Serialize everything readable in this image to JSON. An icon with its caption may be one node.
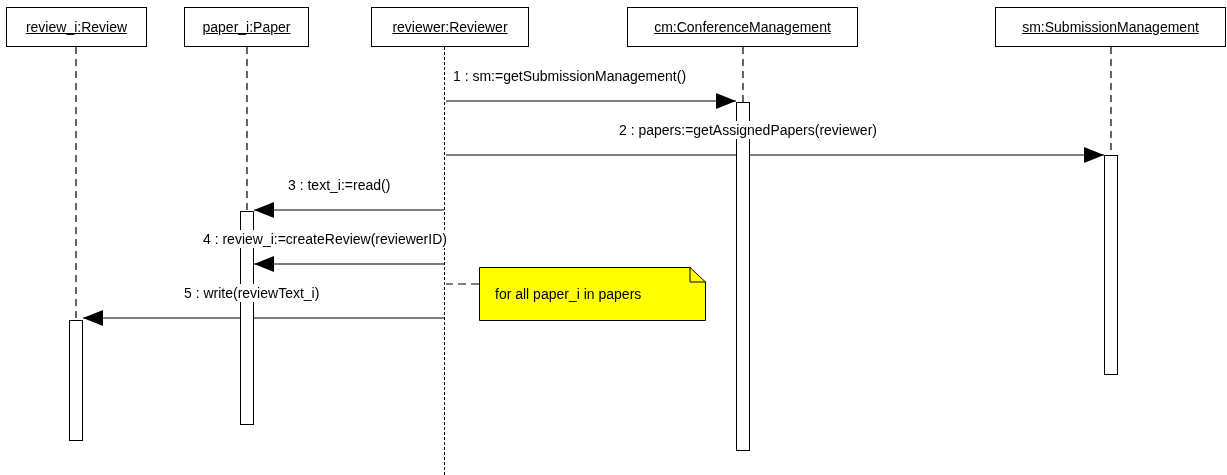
{
  "diagram": {
    "nodes": [
      {
        "text": [
          "review_i:Review"
        ]
      },
      {
        "text": [
          "paper_i:Paper"
        ]
      },
      {
        "text": [
          "reviewer:Reviewer"
        ]
      },
      {
        "text": [
          "cm:ConferenceManagement"
        ]
      },
      {
        "text": [
          "sm:SubmissionManagement"
        ]
      },
      {
        "text": [],
        "shape": "bar"
      },
      {
        "text": [],
        "shape": "bar"
      },
      {
        "text": [],
        "shape": "bar"
      },
      {
        "text": [],
        "shape": "bar"
      },
      {
        "text": [
          "for all paper_i in papers"
        ]
      },
      {
        "text": [],
        "shape": "line"
      }
    ],
    "edges": [
      {
        "from": 10,
        "to": 7,
        "arrow": "to",
        "label": "1 : sm:=getSubmissionManagement()"
      },
      {
        "from": 10,
        "to": 8,
        "arrow": "to",
        "label": "2 : papers:=getAssignedPapers(reviewer)"
      },
      {
        "from": 10,
        "to": 6,
        "arrow": "to",
        "label": "3 : text_i:=read()"
      },
      {
        "from": 10,
        "to": 6,
        "arrow": "to",
        "label": "4 : review_i:=createReview(reviewerID)"
      },
      {
        "from": 10,
        "to": 5,
        "arrow": "to",
        "label": "5 : write(reviewText_i)"
      },
      {
        "from": 9,
        "to": 10,
        "arrow": "none",
        "style": "dashed"
      },
      {
        "from": 0,
        "to": 5,
        "arrow": "none",
        "style": "dashed"
      },
      {
        "from": 1,
        "to": 6,
        "arrow": "none",
        "style": "dashed"
      },
      {
        "from": 3,
        "to": 7,
        "arrow": "none",
        "style": "dashed"
      },
      {
        "from": 4,
        "to": 8,
        "arrow": "none",
        "style": "dashed"
      }
    ]
  }
}
